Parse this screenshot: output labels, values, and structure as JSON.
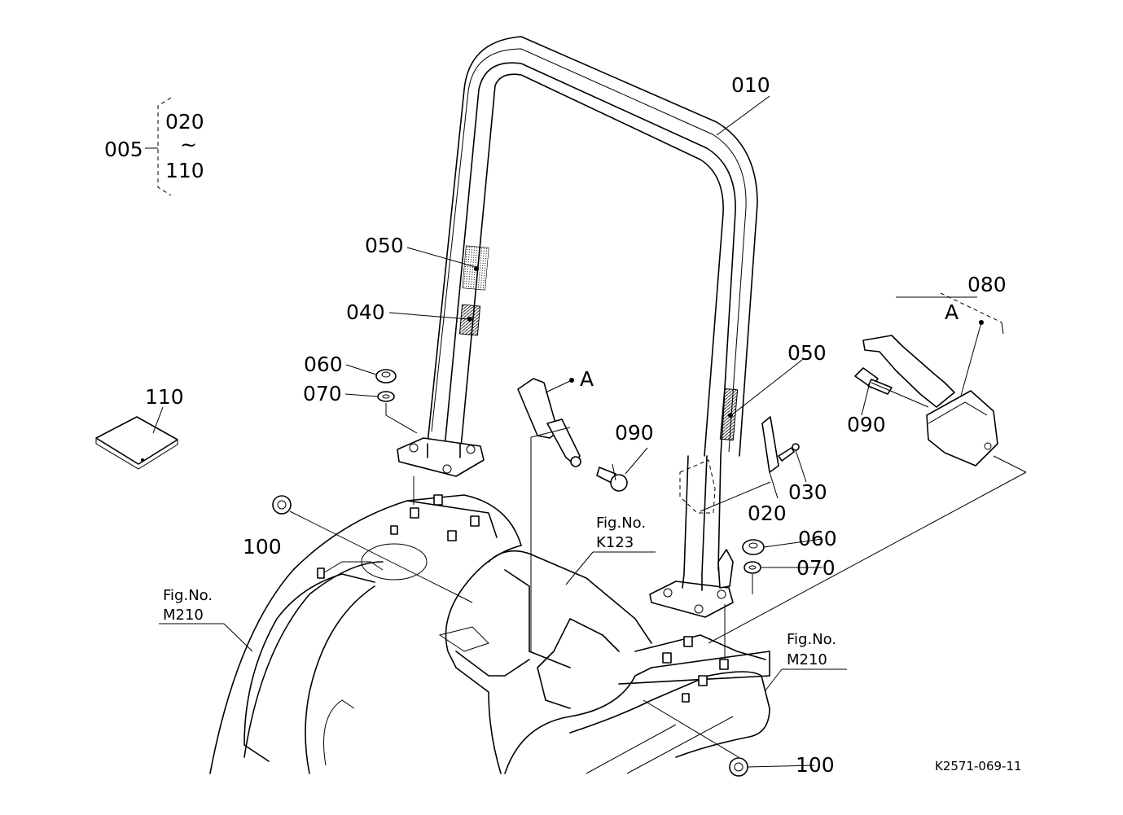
{
  "callouts": {
    "c005": "005",
    "c020_top": "020",
    "c_range": "~",
    "c110_top": "110",
    "c010": "010",
    "c050_left": "050",
    "c040": "040",
    "c060_left": "060",
    "c070_left": "070",
    "c110": "110",
    "c100_left": "100",
    "c080": "080",
    "cA_right": "A",
    "cA_left": "A",
    "c090_left": "090",
    "c090_right": "090",
    "c050_right": "050",
    "c020": "020",
    "c030": "030",
    "c060_right": "060",
    "c070_right": "070",
    "c100_bottom": "100"
  },
  "figure_refs": {
    "k123_label": "Fig.No.",
    "k123_code": "K123",
    "m210_left_label": "Fig.No.",
    "m210_left_code": "M210",
    "m210_right_label": "Fig.No.",
    "m210_right_code": "M210"
  },
  "drawing_code": "K2571-069-11"
}
